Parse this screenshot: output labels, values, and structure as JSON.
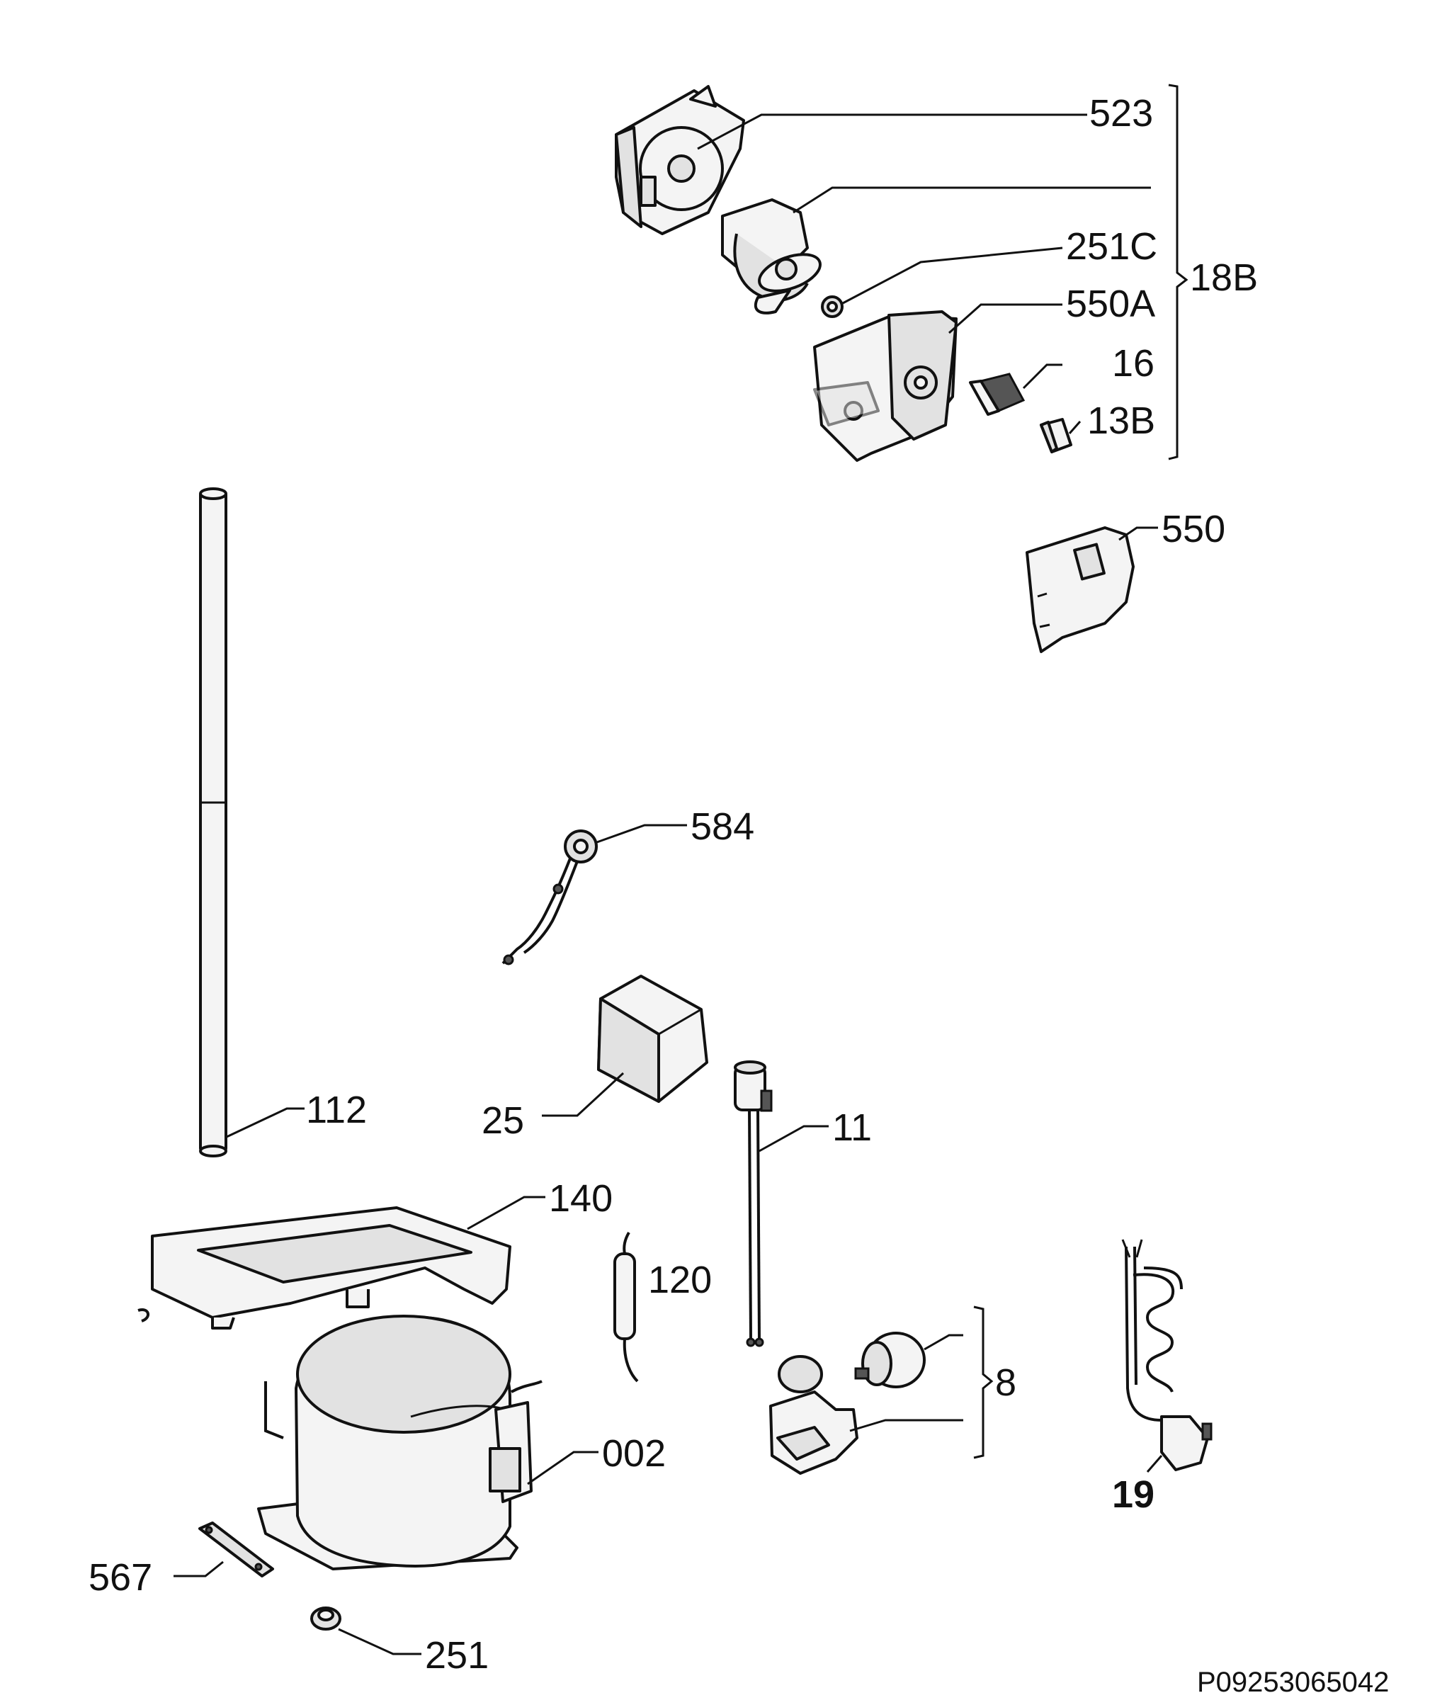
{
  "labels": {
    "l523": "523",
    "l251C": "251C",
    "l550A": "550A",
    "l16": "16",
    "l13B": "13B",
    "l18B": "18B",
    "l550": "550",
    "l584": "584",
    "l112": "112",
    "l25": "25",
    "l11": "11",
    "l140": "140",
    "l120": "120",
    "l8": "8",
    "l002": "002",
    "l19": "19",
    "l567": "567",
    "l251": "251"
  },
  "reference_code": "P09253065042"
}
